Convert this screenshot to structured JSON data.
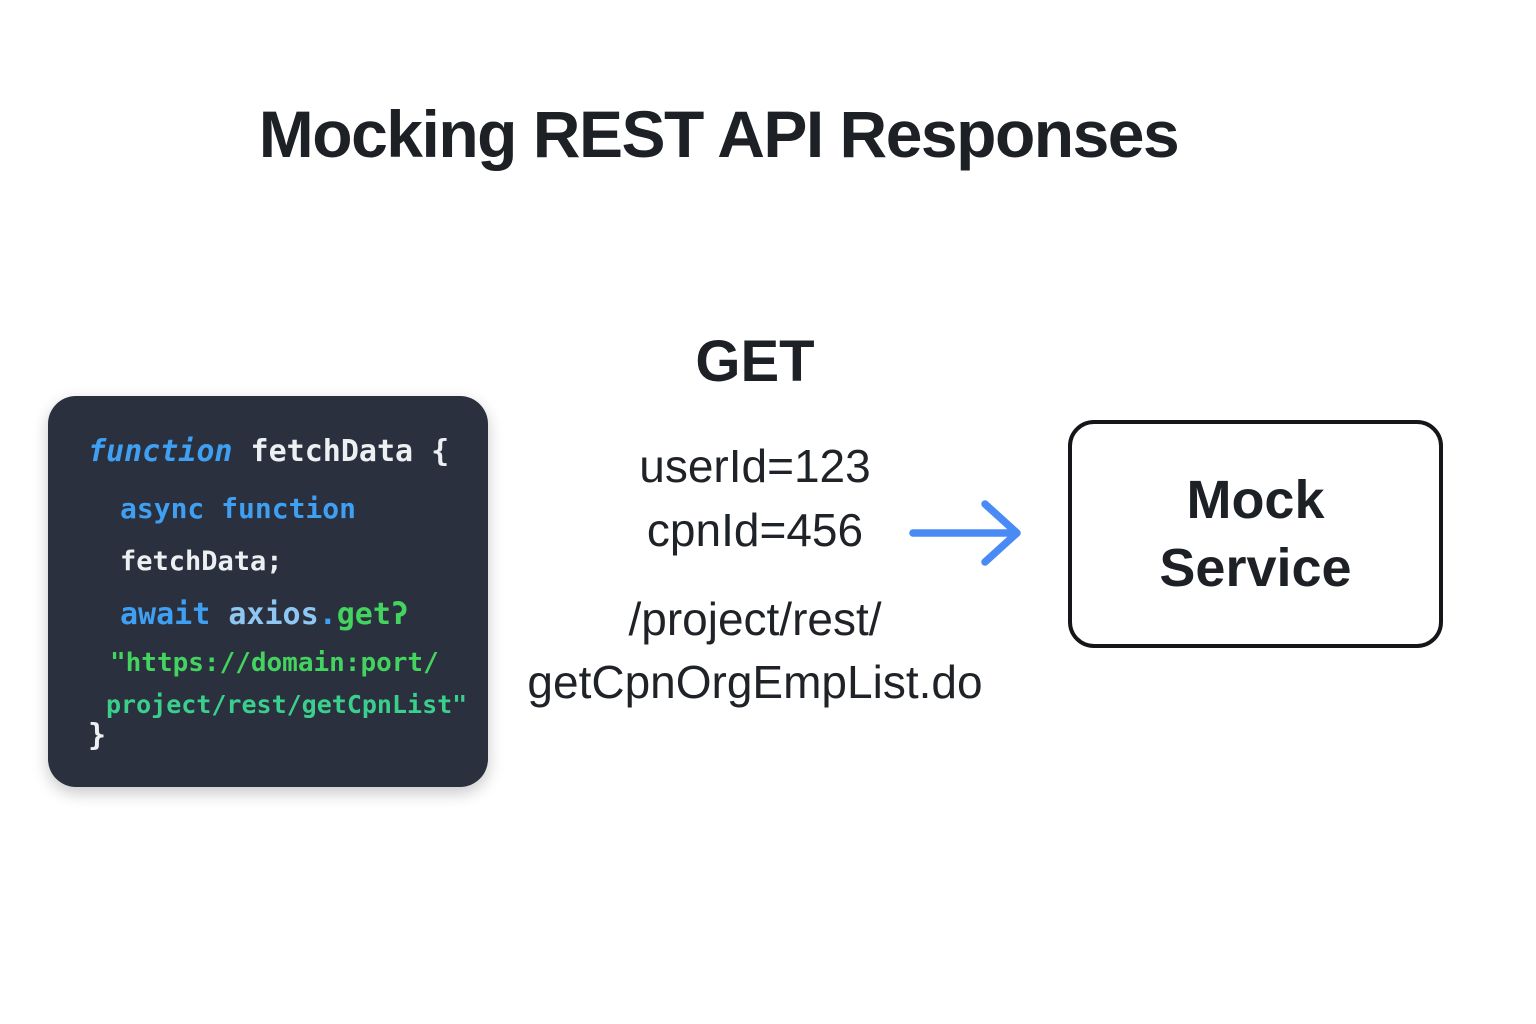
{
  "title": "Mocking REST API Responses",
  "colors": {
    "panel_background": "#2a303d",
    "code_plain": "#edf0f2",
    "keyword_blue": "#3f9ff2",
    "object_light_blue": "#8fc7f2",
    "string_green": "#43d35f",
    "string_teal": "#3bcf8e",
    "arrow_blue": "#4a8af4",
    "ink": "#1d2126"
  },
  "icons": {
    "arrow": "arrow-right-icon"
  },
  "code_panel": {
    "lines": [
      {
        "segments": [
          {
            "text": "function",
            "role": "keyword-italic"
          },
          {
            "text": " fetchData {",
            "role": "plain"
          }
        ]
      },
      {
        "segments": [
          {
            "text": "async function",
            "role": "keyword"
          }
        ]
      },
      {
        "segments": [
          {
            "text": "fetchData;",
            "role": "plain"
          }
        ]
      },
      {
        "segments": [
          {
            "text": "await",
            "role": "keyword"
          },
          {
            "text": " ",
            "role": "plain"
          },
          {
            "text": "axios",
            "role": "light-blue"
          },
          {
            "text": ".",
            "role": "keyword"
          },
          {
            "text": "getʔ",
            "role": "green"
          }
        ]
      },
      {
        "segments": [
          {
            "text": "\"https://domain:port/",
            "role": "green"
          }
        ]
      },
      {
        "segments": [
          {
            "text": "project/rest/getCpnList\"",
            "role": "teal"
          }
        ]
      },
      {
        "segments": [
          {
            "text": "}",
            "role": "plain"
          }
        ]
      }
    ]
  },
  "request": {
    "method": "GET",
    "params": [
      "userId=123",
      "cpnId=456"
    ],
    "path_lines": [
      "/project/rest/",
      "getCpnOrgEmpList.do"
    ]
  },
  "mock_service": {
    "label_lines": [
      "Mock",
      "Service"
    ]
  }
}
